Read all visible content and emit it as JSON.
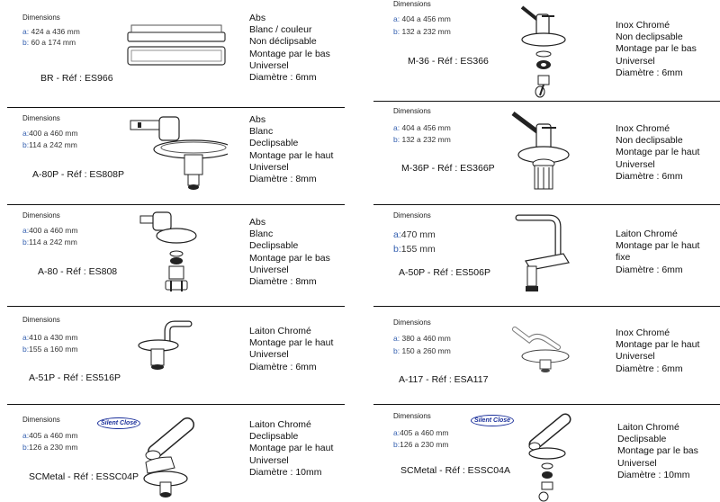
{
  "dim_header": "Dimensions",
  "products": [
    {
      "ref": "BR - Réf : ES966",
      "a": "424 a 436 mm",
      "b": "60 a 174 mm",
      "features": [
        "Abs",
        "Blanc / couleur",
        "Non déclipsable",
        "Montage par le bas",
        "Universel",
        "Diamètre : 6mm"
      ]
    },
    {
      "ref": "M-36 - Réf : ES366",
      "a": "404 a 456 mm",
      "b": "132 a 232 mm",
      "features": [
        "Inox Chromé",
        "Non declipsable",
        "Montage par le bas",
        "Universel",
        "Diamètre : 6mm"
      ]
    },
    {
      "ref": "A-80P - Réf : ES808P",
      "a": "400 a 460 mm",
      "b": "114 a 242 mm",
      "features": [
        "Abs",
        "Blanc",
        "Declipsable",
        "Montage par le haut",
        "Universel",
        "Diamètre : 8mm"
      ]
    },
    {
      "ref": "M-36P - Réf : ES366P",
      "a": "404 a 456 mm",
      "b": "132 a 232 mm",
      "features": [
        "Inox Chromé",
        "Non declipsable",
        "Montage par le haut",
        "Universel",
        "Diamètre : 6mm"
      ]
    },
    {
      "ref": "A-80 - Réf : ES808",
      "a": "400 a 460 mm",
      "b": "114 a 242 mm",
      "features": [
        "Abs",
        "Blanc",
        "Declipsable",
        "Montage par le bas",
        "Universel",
        "Diamètre : 8mm"
      ]
    },
    {
      "ref": "A-50P - Réf : ES506P",
      "a": "470 mm",
      "b": "155 mm",
      "features": [
        "Laiton Chromé",
        "Montage par le haut",
        "fixe",
        "Diamètre : 6mm"
      ]
    },
    {
      "ref": "A-51P - Réf : ES516P",
      "a": "410 a 430 mm",
      "b": "155 a 160 mm",
      "features": [
        "Laiton Chromé",
        "Montage par le haut",
        "Universel",
        "Diamètre : 6mm"
      ]
    },
    {
      "ref": "A-117 - Réf : ESA117",
      "a": "380 a 460 mm",
      "b": "150 a 260 mm",
      "features": [
        "Inox Chromé",
        "Montage par le haut",
        "Universel",
        "Diamètre : 6mm"
      ]
    },
    {
      "ref": "SCMetal - Réf : ESSC04P",
      "a": "405 a 460 mm",
      "b": "126 a 230 mm",
      "features": [
        "Laiton Chromé",
        "Declipsable",
        "Montage par le haut",
        "Universel",
        "Diamètre : 10mm"
      ]
    },
    {
      "ref": "SCMetal - Réf : ESSC04A",
      "a": "405 a 460 mm",
      "b": "126 a 230 mm",
      "features": [
        "Laiton Chromé",
        "Declipsable",
        "Montage par le bas",
        "Universel",
        "Diamètre : 10mm"
      ]
    }
  ],
  "logo": {
    "line1": "Silent",
    "line2": "Close"
  },
  "dim_labels": {
    "a": "a",
    "b": "b"
  }
}
